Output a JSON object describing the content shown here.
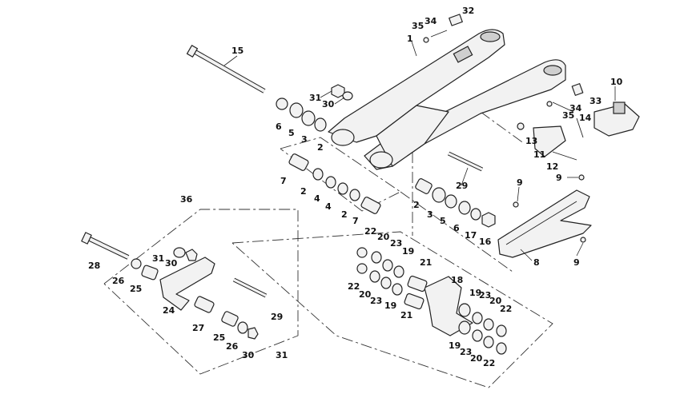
{
  "labels": [
    {
      "id": "l1",
      "text": "1"
    },
    {
      "id": "l32",
      "text": "32"
    },
    {
      "id": "l34a",
      "text": "34"
    },
    {
      "id": "l35a",
      "text": "35"
    },
    {
      "id": "l15",
      "text": "15"
    },
    {
      "id": "l31a",
      "text": "31"
    },
    {
      "id": "l30a",
      "text": "30"
    },
    {
      "id": "l6a",
      "text": "6"
    },
    {
      "id": "l5a",
      "text": "5"
    },
    {
      "id": "l3a",
      "text": "3"
    },
    {
      "id": "l2a",
      "text": "2"
    },
    {
      "id": "l10",
      "text": "10"
    },
    {
      "id": "l33",
      "text": "33"
    },
    {
      "id": "l34b",
      "text": "34"
    },
    {
      "id": "l35b",
      "text": "35"
    },
    {
      "id": "l14",
      "text": "14"
    },
    {
      "id": "l13",
      "text": "13"
    },
    {
      "id": "l11",
      "text": "11"
    },
    {
      "id": "l12",
      "text": "12"
    },
    {
      "id": "l9a",
      "text": "9"
    },
    {
      "id": "l9b",
      "text": "9"
    },
    {
      "id": "l9c",
      "text": "9"
    },
    {
      "id": "l7a",
      "text": "7"
    },
    {
      "id": "l2b",
      "text": "2"
    },
    {
      "id": "l4a",
      "text": "4"
    },
    {
      "id": "l4b",
      "text": "4"
    },
    {
      "id": "l2c",
      "text": "2"
    },
    {
      "id": "l7b",
      "text": "7"
    },
    {
      "id": "l29a",
      "text": "29"
    },
    {
      "id": "l2d",
      "text": "2"
    },
    {
      "id": "l3b",
      "text": "3"
    },
    {
      "id": "l5b",
      "text": "5"
    },
    {
      "id": "l6b",
      "text": "6"
    },
    {
      "id": "l17",
      "text": "17"
    },
    {
      "id": "l16",
      "text": "16"
    },
    {
      "id": "l8",
      "text": "8"
    },
    {
      "id": "l36",
      "text": "36"
    },
    {
      "id": "l28",
      "text": "28"
    },
    {
      "id": "l31b",
      "text": "31"
    },
    {
      "id": "l30b",
      "text": "30"
    },
    {
      "id": "l26a",
      "text": "26"
    },
    {
      "id": "l25a",
      "text": "25"
    },
    {
      "id": "l24",
      "text": "24"
    },
    {
      "id": "l29b",
      "text": "29"
    },
    {
      "id": "l27",
      "text": "27"
    },
    {
      "id": "l25b",
      "text": "25"
    },
    {
      "id": "l26b",
      "text": "26"
    },
    {
      "id": "l30c",
      "text": "30"
    },
    {
      "id": "l31c",
      "text": "31"
    },
    {
      "id": "l22a",
      "text": "22"
    },
    {
      "id": "l20a",
      "text": "20"
    },
    {
      "id": "l23a",
      "text": "23"
    },
    {
      "id": "l19a",
      "text": "19"
    },
    {
      "id": "l21a",
      "text": "21"
    },
    {
      "id": "l22b",
      "text": "22"
    },
    {
      "id": "l20b",
      "text": "20"
    },
    {
      "id": "l23b",
      "text": "23"
    },
    {
      "id": "l19b",
      "text": "19"
    },
    {
      "id": "l21b",
      "text": "21"
    },
    {
      "id": "l18",
      "text": "18"
    },
    {
      "id": "l19c",
      "text": "19"
    },
    {
      "id": "l23c",
      "text": "23"
    },
    {
      "id": "l20c",
      "text": "20"
    },
    {
      "id": "l22c",
      "text": "22"
    },
    {
      "id": "l19d",
      "text": "19"
    },
    {
      "id": "l23d",
      "text": "23"
    },
    {
      "id": "l20d",
      "text": "20"
    },
    {
      "id": "l22d",
      "text": "22"
    }
  ]
}
